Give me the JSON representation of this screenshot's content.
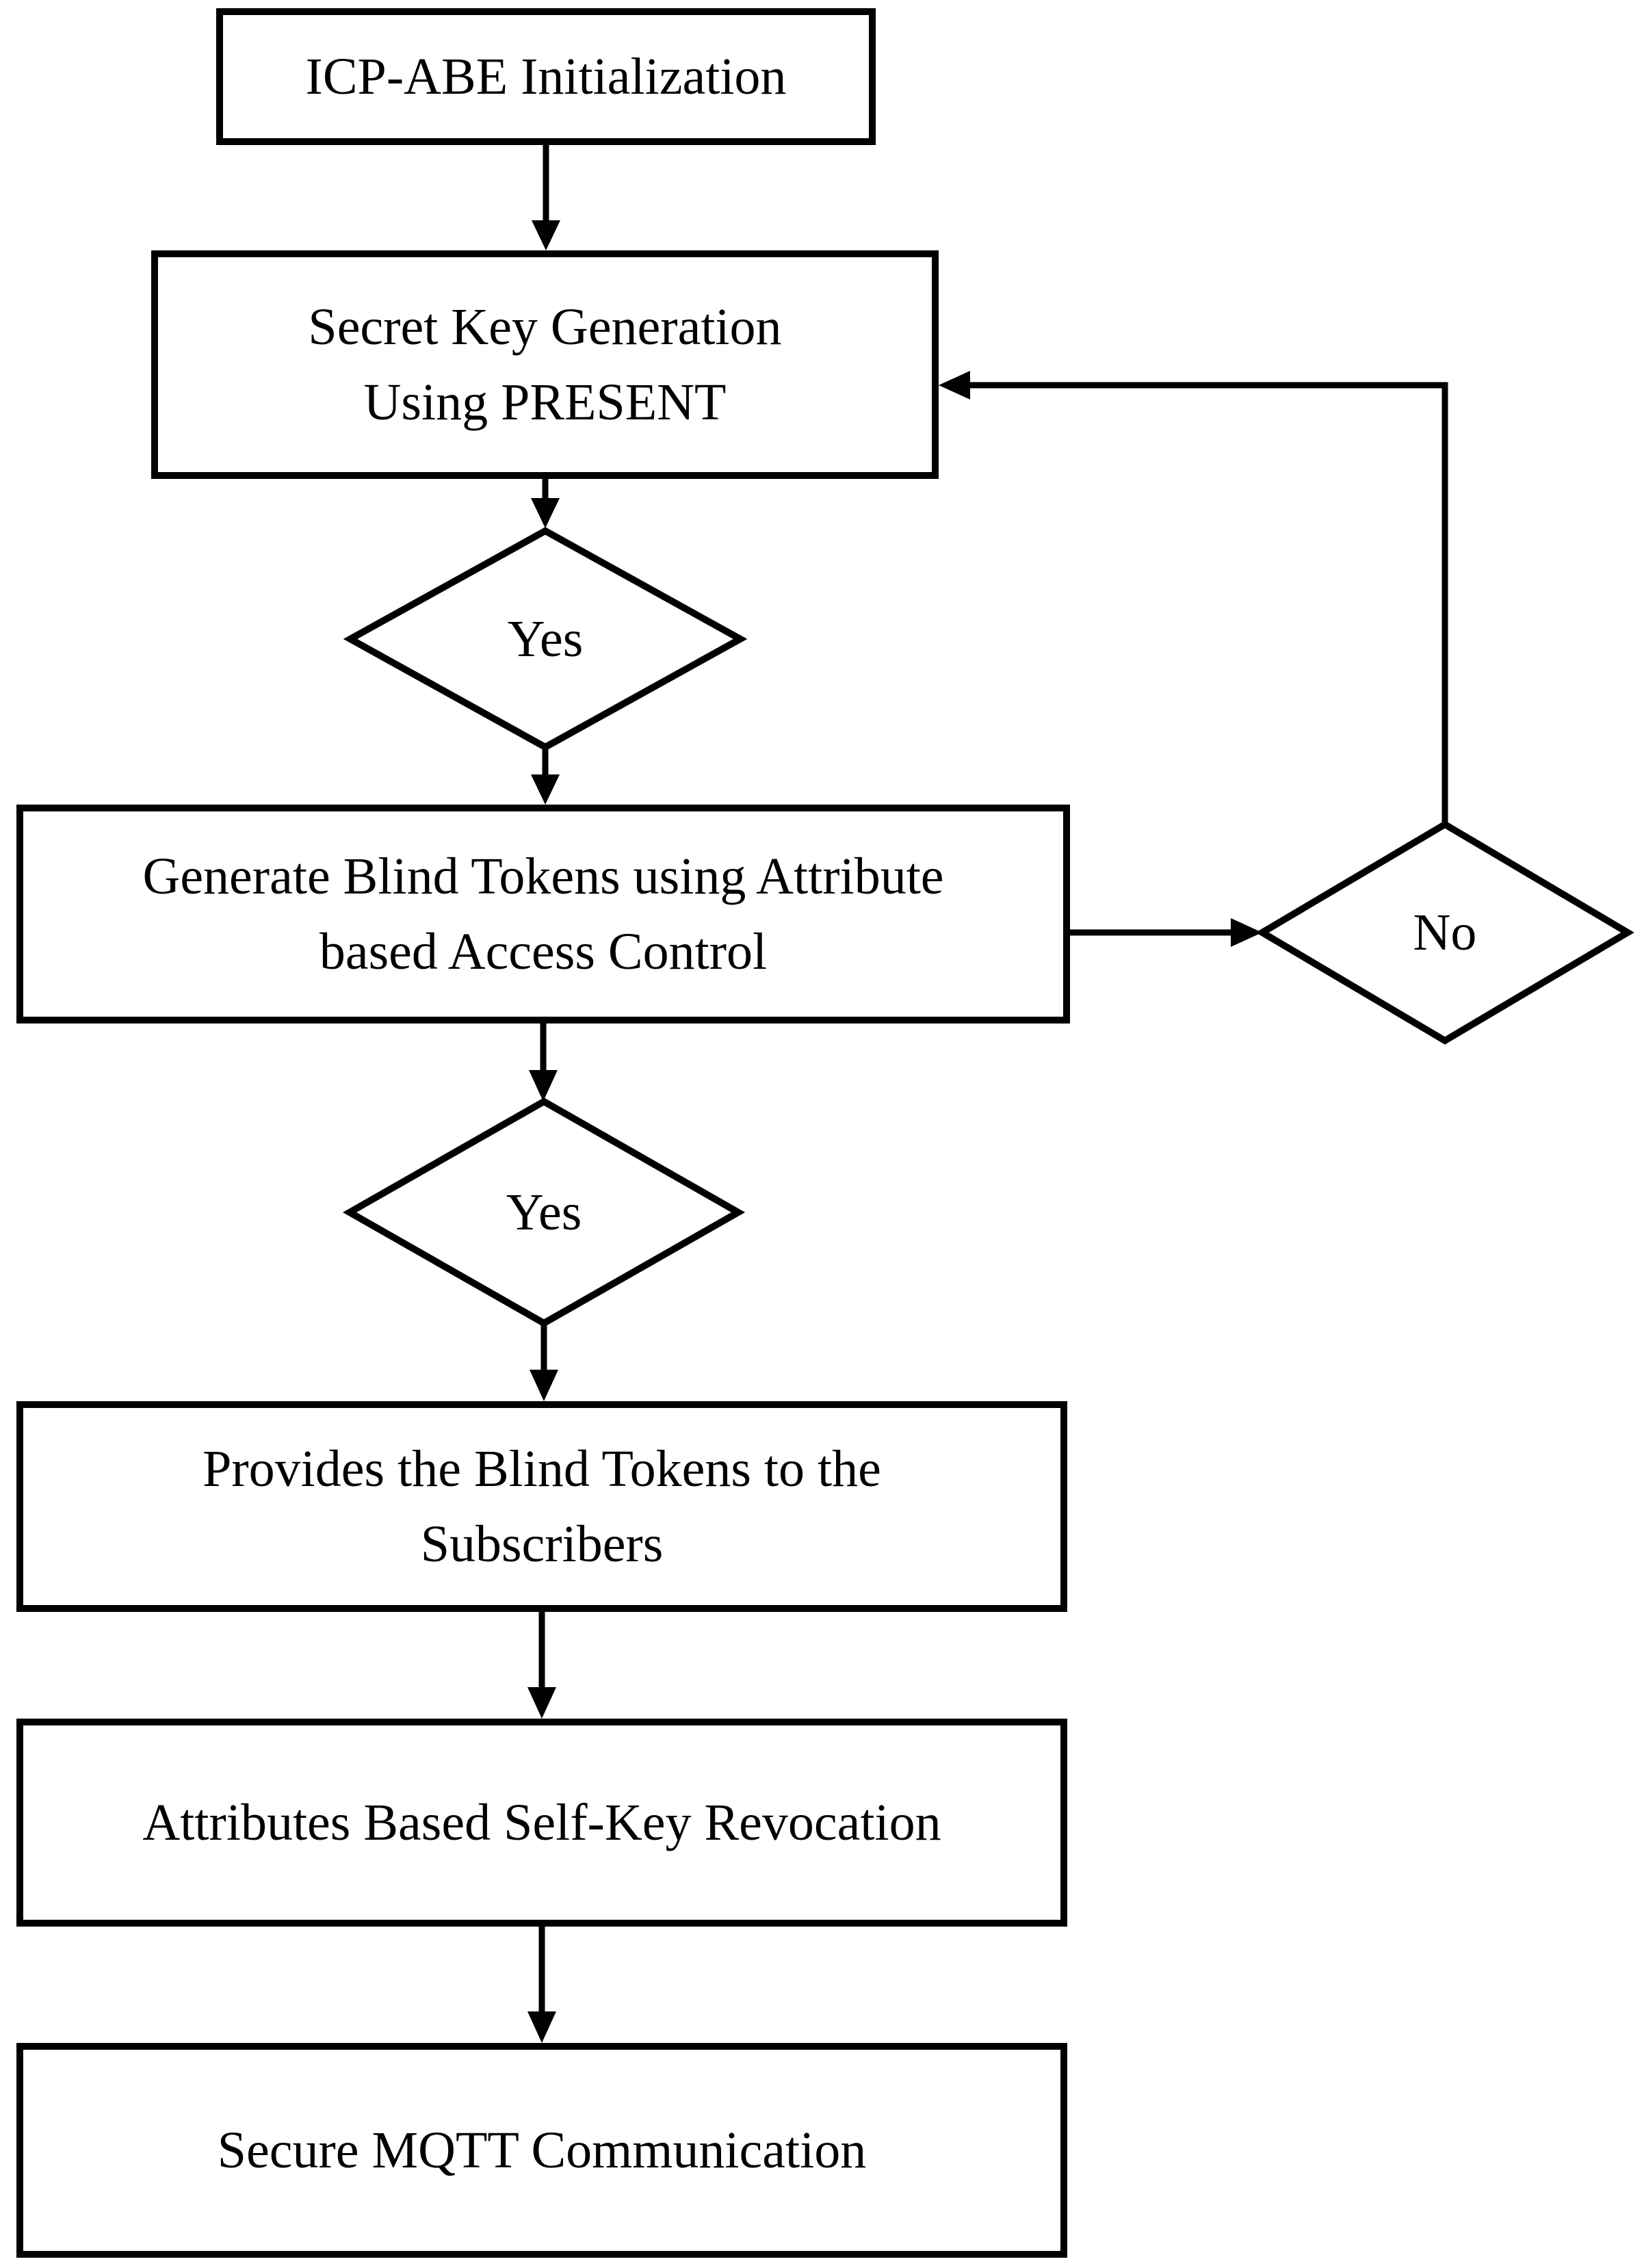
{
  "flow": {
    "background_color": "#ffffff",
    "stroke_color": "#000000",
    "shape_fill_color": "#ffffff",
    "nodes": [
      {
        "id": "icp-abe-initialization",
        "type": "process",
        "lines": [
          "ICP-ABE Initialization"
        ]
      },
      {
        "id": "secret-key-generation",
        "type": "process",
        "lines": [
          "Secret Key Generation",
          "Using PRESENT"
        ]
      },
      {
        "id": "decision-yes-1",
        "type": "decision",
        "lines": [
          "Yes"
        ]
      },
      {
        "id": "generate-blind-tokens",
        "type": "process",
        "lines": [
          "Generate Blind Tokens using Attribute",
          "based Access Control"
        ]
      },
      {
        "id": "decision-no",
        "type": "decision",
        "lines": [
          "No"
        ]
      },
      {
        "id": "decision-yes-2",
        "type": "decision",
        "lines": [
          "Yes"
        ]
      },
      {
        "id": "provides-blind-tokens",
        "type": "process",
        "lines": [
          "Provides the Blind Tokens to the",
          "Subscribers"
        ]
      },
      {
        "id": "attributes-self-key-revocation",
        "type": "process",
        "lines": [
          "Attributes Based Self-Key Revocation"
        ]
      },
      {
        "id": "secure-mqtt-communication",
        "type": "process",
        "lines": [
          "Secure MQTT Communication"
        ]
      }
    ],
    "edges": [
      {
        "from": "icp-abe-initialization",
        "to": "secret-key-generation"
      },
      {
        "from": "secret-key-generation",
        "to": "decision-yes-1"
      },
      {
        "from": "decision-yes-1",
        "to": "generate-blind-tokens"
      },
      {
        "from": "generate-blind-tokens",
        "to": "decision-no"
      },
      {
        "from": "decision-no",
        "to": "secret-key-generation"
      },
      {
        "from": "generate-blind-tokens",
        "to": "decision-yes-2"
      },
      {
        "from": "decision-yes-2",
        "to": "provides-blind-tokens"
      },
      {
        "from": "provides-blind-tokens",
        "to": "attributes-self-key-revocation"
      },
      {
        "from": "attributes-self-key-revocation",
        "to": "secure-mqtt-communication"
      }
    ]
  }
}
